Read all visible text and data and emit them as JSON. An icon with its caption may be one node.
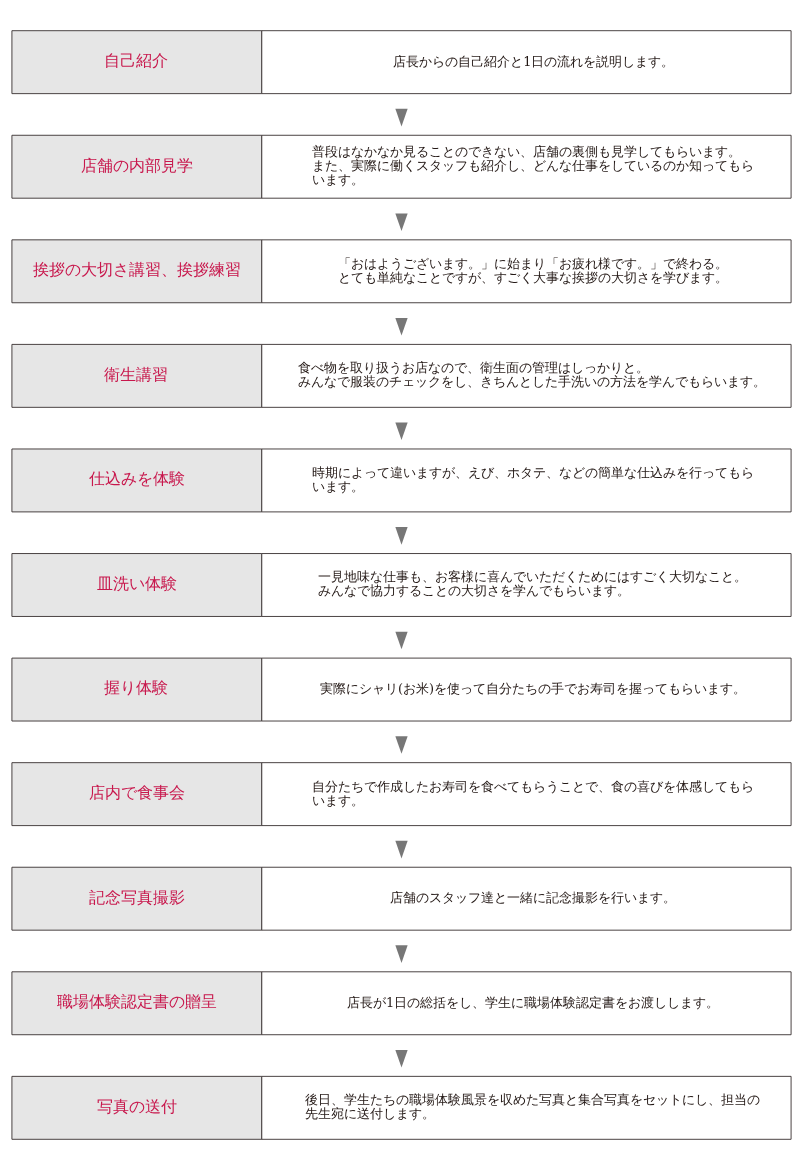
{
  "diagram": {
    "nodes": [
      {
        "text": [
          "自己紹介",
          "店長からの自己紹介と1日の流れを説明します。"
        ]
      },
      {
        "text": [
          "店舗の内部見学",
          "普段はなかなか見ることのできない、店舗の裏側も見学してもらいます。また、実際に働くスタッフも紹介し、どんな仕事をしているのか知ってもらいます。"
        ]
      },
      {
        "text": [
          "挨拶の大切さ講習、挨拶練習",
          "「おはようございます。」に始まり「お疲れ様です。」で終わる。とても単純なことですが、すごく大事な挨拶の大切さを学びます。"
        ]
      },
      {
        "text": [
          "衛生講習",
          "食べ物を取り扱うお店なので、衛生面の管理はしっかりと。みんなで服装のチェックをし、きちんとした手洗いの方法を学んでもらいます。"
        ]
      },
      {
        "text": [
          "仕込みを体験",
          "時期によって違いますが、えび、ホタテ、などの簡単な仕込みを行ってもらいます。"
        ]
      },
      {
        "text": [
          "皿洗い体験",
          "一見地味な仕事も、お客様に喜んでいただくためにはすごく大切なこと。みんなで協力することの大切さを学んでもらいます。"
        ]
      },
      {
        "text": [
          "握り体験",
          "実際にシャリ(お米)を使って自分たちの手でお寿司を握ってもらいます。"
        ]
      },
      {
        "text": [
          "店内で食事会",
          "自分たちで作成したお寿司を食べてもらうことで、食の喜びを体感してもらいます。"
        ]
      },
      {
        "text": [
          "記念写真撮影",
          "店舗のスタッフ達と一緒に記念撮影を行います。"
        ]
      },
      {
        "text": [
          "職場体験認定書の贈呈",
          "店長が1日の総括をし、学生に職場体験認定書をお渡しします。"
        ]
      },
      {
        "text": [
          "写真の送付",
          "後日、学生たちの職場体験風景を収めた写真と集合写真をセットにし、担当の先生宛に送付します。"
        ]
      }
    ],
    "edges": [
      {
        "from": 0,
        "to": 1,
        "arrow": "to"
      },
      {
        "from": 1,
        "to": 2,
        "arrow": "to"
      },
      {
        "from": 2,
        "to": 3,
        "arrow": "to"
      },
      {
        "from": 3,
        "to": 4,
        "arrow": "to"
      },
      {
        "from": 4,
        "to": 5,
        "arrow": "to"
      },
      {
        "from": 5,
        "to": 6,
        "arrow": "to"
      },
      {
        "from": 6,
        "to": 7,
        "arrow": "to"
      },
      {
        "from": 7,
        "to": 8,
        "arrow": "to"
      },
      {
        "from": 8,
        "to": 9,
        "arrow": "to"
      },
      {
        "from": 9,
        "to": 10,
        "arrow": "to"
      }
    ]
  }
}
